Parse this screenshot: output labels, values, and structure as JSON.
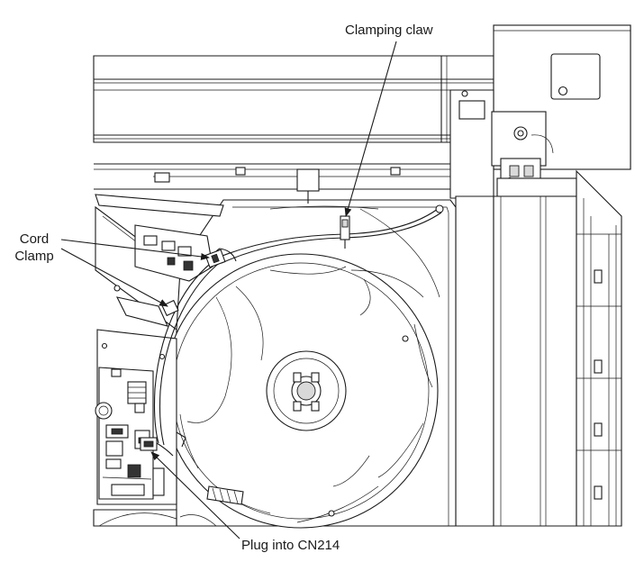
{
  "labels": {
    "clamping_claw": "Clamping claw",
    "cord_clamp_line1": "Cord",
    "cord_clamp_line2": "Clamp",
    "plug_into": "Plug into CN214"
  },
  "colors": {
    "line": "#1a1a1a",
    "background": "#ffffff",
    "shade": "#d9d9d9"
  }
}
